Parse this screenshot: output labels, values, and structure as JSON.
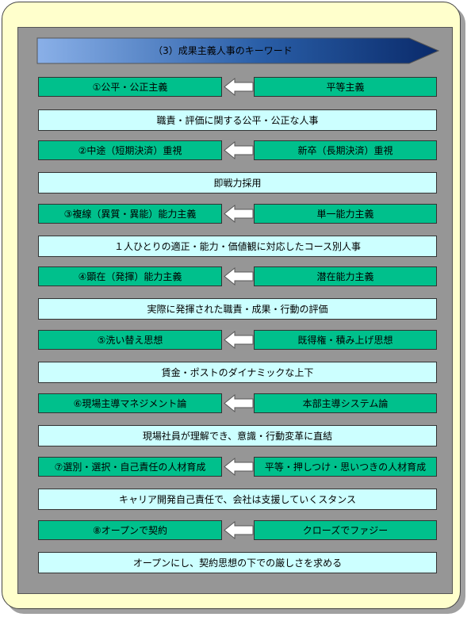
{
  "header": {
    "title": "（3）成果主義人事のキーワード"
  },
  "rows": [
    {
      "left": "①公平・公正主義",
      "right": "平等主義",
      "desc": "職責・評価に関する公平・公正な人事"
    },
    {
      "left": "②中途（短期決済）重視",
      "right": "新卒（長期決済）重視",
      "desc": "即戦力採用"
    },
    {
      "left": "③複線（異質・異能）能力主義",
      "right": "単一能力主義",
      "desc": "１人ひとりの適正・能力・価値観に対応したコース別人事"
    },
    {
      "left": "④顕在（発揮）能力主義",
      "right": "潜在能力主義",
      "desc": "実際に発揮された職責・成果・行動の評価"
    },
    {
      "left": "⑤洗い替え思想",
      "right": "既得権・積み上げ思想",
      "desc": "賃金・ポストのダイナミックな上下"
    },
    {
      "left": "⑥現場主導マネジメント論",
      "right": "本部主導システム論",
      "desc": "現場社員が理解でき、意識・行動変革に直結"
    },
    {
      "left": "⑦選別・選択・自己責任の人材育成",
      "right": "平等・押しつけ・思いつきの人材育成",
      "desc": "キャリア開発自己責任で、会社は支援していくスタンス"
    },
    {
      "left": "⑧オープンで契約",
      "right": "クローズでファジー",
      "desc": "オープンにし、契約思想の下での厳しさを求める"
    }
  ],
  "colors": {
    "green": "#00c08c",
    "cyan": "#ccffff",
    "panel": "#969696",
    "frame": "#ffffcc"
  }
}
